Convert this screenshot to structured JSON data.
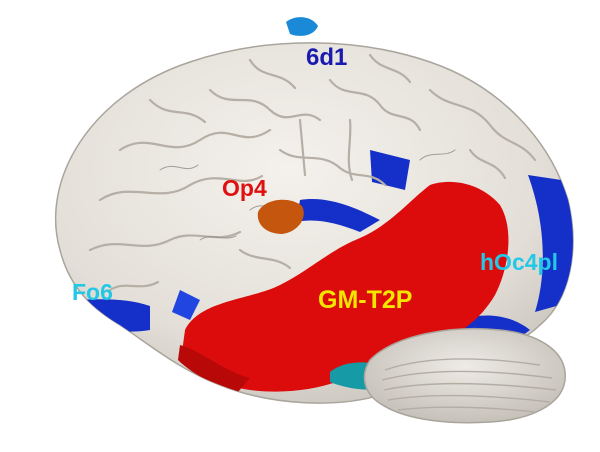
{
  "image": {
    "background_color": "#ffffff",
    "cortex_color": "#e6e2dc",
    "cerebellum_color": "#dcd8d2"
  },
  "regions": [
    {
      "id": "6d1",
      "label": "6d1",
      "label_color": "#1a1ab0",
      "fill_color": "#1530c8"
    },
    {
      "id": "op4",
      "label": "Op4",
      "label_color": "#e01010",
      "fill_color": "#c4560e"
    },
    {
      "id": "fo6",
      "label": "Fo6",
      "label_color": "#22c8e6",
      "fill_color": "#1530c8"
    },
    {
      "id": "gm-t2p",
      "label": "GM-T2P",
      "label_color": "#f2e600",
      "fill_color": "#dd0c0c"
    },
    {
      "id": "hoc4pl",
      "label": "hOc4pl",
      "label_color": "#22c8e6",
      "fill_color": "#1530c8"
    }
  ]
}
